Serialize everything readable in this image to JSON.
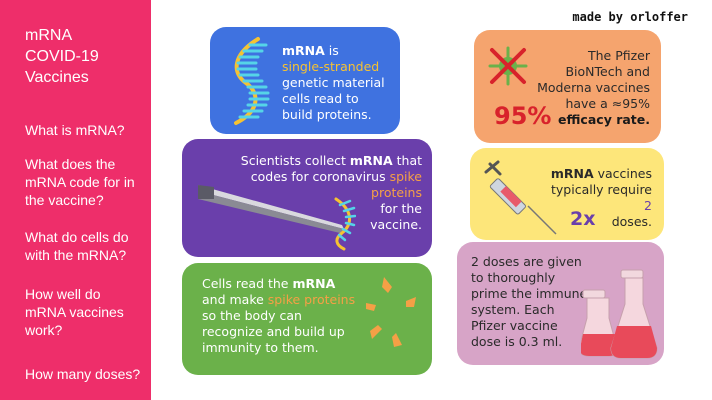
{
  "sidebar": {
    "title_lines": [
      "mRNA",
      "COVID-19",
      "Vaccines"
    ],
    "items": [
      {
        "label_lines": [
          "What is mRNA?"
        ]
      },
      {
        "label_lines": [
          "What does the",
          "mRNA code for in",
          "the vaccine?"
        ]
      },
      {
        "label_lines": [
          "What do cells do",
          "with the mRNA?"
        ]
      },
      {
        "label_lines": [
          "How well do",
          "mRNA vaccines",
          "work?"
        ]
      },
      {
        "label_lines": [
          "How many doses?"
        ]
      }
    ]
  },
  "credit": "made by orloffer",
  "cards": {
    "what_is": {
      "mrna": "mRNA",
      "is": " is",
      "highlight_1": "single-stranded",
      "line_3": "genetic material",
      "line_4": "cells read to",
      "line_5": "build proteins."
    },
    "codes_for": {
      "line_1_a": "Scientists collect ",
      "line_1_b": "mRNA",
      "line_1_c": " that",
      "line_2_a": "codes for coronavirus ",
      "line_2_b": "spike",
      "line_3": "proteins",
      "line_4": "for the",
      "line_5": "vaccine."
    },
    "cells_do": {
      "line_1_a": "Cells read the ",
      "line_1_b": "mRNA",
      "line_2_a": "and make ",
      "line_2_b": "spike proteins",
      "line_3": "so the body can",
      "line_4": "recognize and build up",
      "line_5": "immunity to them."
    },
    "efficacy": {
      "line_1": "The Pfizer",
      "line_2": "BioNTech and",
      "line_3": "Moderna vaccines",
      "line_4": "have a ≈95%",
      "line_5": "efficacy rate.",
      "big_number": "95%"
    },
    "doses": {
      "line_1_a": "mRNA",
      "line_1_b": " vaccines",
      "line_2_a": "typically require ",
      "line_2_b": "2",
      "line_3": "doses.",
      "big_number": "2x"
    },
    "dose_info": {
      "line_1": "2 doses are given",
      "line_2": "to thoroughly",
      "line_3": "prime the immune",
      "line_4": "system. Each",
      "line_5": "Pfizer vaccine",
      "line_6": "dose is 0.3 ml."
    }
  },
  "colors": {
    "sidebar": "#ee2e6a",
    "blue_card": "#3f72e0",
    "purple_card": "#6a3fab",
    "green_card": "#6bb14a",
    "orange_card": "#f5a46e",
    "yellow_card": "#fde67a",
    "pink_card": "#d7a4c7",
    "big_number_red": "#d8222b",
    "big_number_purple": "#6a3fab"
  },
  "icons": [
    "mrna-strand-icon",
    "tweezers-icon",
    "spike-protein-icon",
    "virus-crossed-icon",
    "syringe-icon",
    "flask-icon"
  ]
}
